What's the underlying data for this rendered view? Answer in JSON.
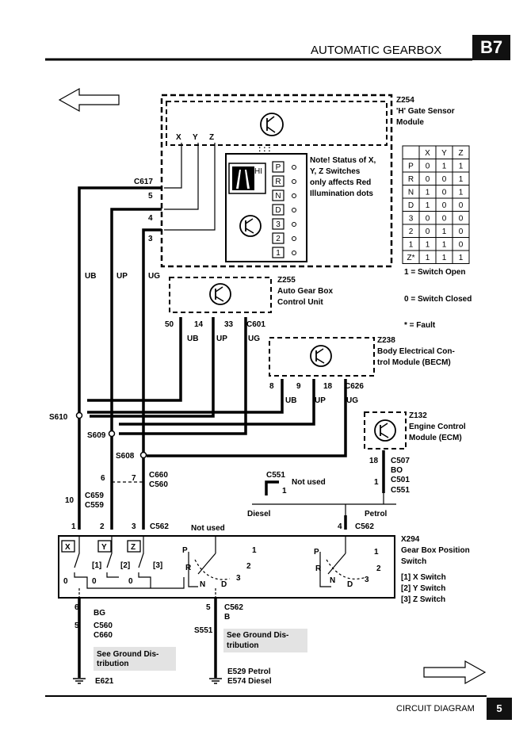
{
  "header": {
    "title": "AUTOMATIC GEARBOX",
    "badge": "B7"
  },
  "footer": {
    "title": "CIRCUIT DIAGRAM",
    "page": "5"
  },
  "nav": {
    "prev": "previous-page-arrow",
    "next": "next-page-arrow"
  },
  "components": {
    "z254": {
      "id": "Z254",
      "line1": "'H' Gate Sensor",
      "line2": "Module"
    },
    "z255": {
      "id": "Z255",
      "line1": "Auto Gear Box",
      "line2": "Control Unit"
    },
    "z238": {
      "id": "Z238",
      "line1": "Body Electrical Con-",
      "line2": "trol Module (BECM)"
    },
    "z132": {
      "id": "Z132",
      "line1": "Engine Control",
      "line2": "Module (ECM)"
    },
    "x294": {
      "id": "X294",
      "line1": "Gear Box Position",
      "line2": "Switch"
    }
  },
  "note": {
    "line1": "Note! Status of X,",
    "line2": "Y, Z Switches",
    "line3": "only affects Red",
    "line4": "Illumination dots"
  },
  "gear_letters": [
    "P",
    "R",
    "N",
    "D",
    "3",
    "2",
    "1"
  ],
  "hi_label": "HI",
  "xyz": [
    "X",
    "Y",
    "Z"
  ],
  "truth_table": {
    "headers": [
      "",
      "X",
      "Y",
      "Z"
    ],
    "rows": [
      [
        "P",
        "0",
        "1",
        "1"
      ],
      [
        "R",
        "0",
        "0",
        "1"
      ],
      [
        "N",
        "1",
        "0",
        "1"
      ],
      [
        "D",
        "1",
        "0",
        "0"
      ],
      [
        "3",
        "0",
        "0",
        "0"
      ],
      [
        "2",
        "0",
        "1",
        "0"
      ],
      [
        "1",
        "1",
        "1",
        "0"
      ],
      [
        "Z*",
        "1",
        "1",
        "1"
      ]
    ]
  },
  "legend": {
    "open": "1 =  Switch Open",
    "closed": "0 =  Switch Closed",
    "fault": "* =  Fault"
  },
  "wires": {
    "ub": "UB",
    "up": "UP",
    "ug": "UG",
    "bo": "BO",
    "bg": "BG",
    "b": "B"
  },
  "connectors": {
    "c617": "C617",
    "c601": "C601",
    "c626": "C626",
    "c507": "C507",
    "c501": "C501",
    "c551": "C551",
    "c660": "C660",
    "c560": "C560",
    "c659": "C659",
    "c559": "C559",
    "c562": "C562"
  },
  "splices": {
    "s610": "S610",
    "s609": "S609",
    "s608": "S608",
    "s551": "S551"
  },
  "pins": {
    "c617": [
      "5",
      "4",
      "3"
    ],
    "c601": [
      "50",
      "14",
      "33"
    ],
    "c626": [
      "8",
      "9",
      "18"
    ],
    "ecm": "18",
    "c501": "1",
    "c551": "1",
    "c660": "6",
    "c560_7": "7",
    "c659": "10",
    "x294": [
      "1",
      "2",
      "3"
    ],
    "x294_4": "4",
    "bottom": [
      "6",
      "5",
      "5"
    ]
  },
  "labels": {
    "not_used_1": "Not used",
    "not_used_2": "Not used",
    "diesel": "Diesel",
    "petrol": "Petrol",
    "sw1": "[1]",
    "sw2": "[2]",
    "sw3": "[3]",
    "zero": "0",
    "x294_legend": [
      "[1]   X Switch",
      "[2]   Y Switch",
      "[3]   Z Switch"
    ],
    "dial_left": [
      "P",
      "R",
      "N",
      "D",
      "3",
      "2",
      "1"
    ],
    "see_ground": [
      "See Ground Dis-",
      "tribution"
    ],
    "see_ground2": [
      "See Ground Dis-",
      "tribution"
    ],
    "e621": "E621",
    "e529": "E529  Petrol",
    "e574": "E574  Diesel"
  }
}
